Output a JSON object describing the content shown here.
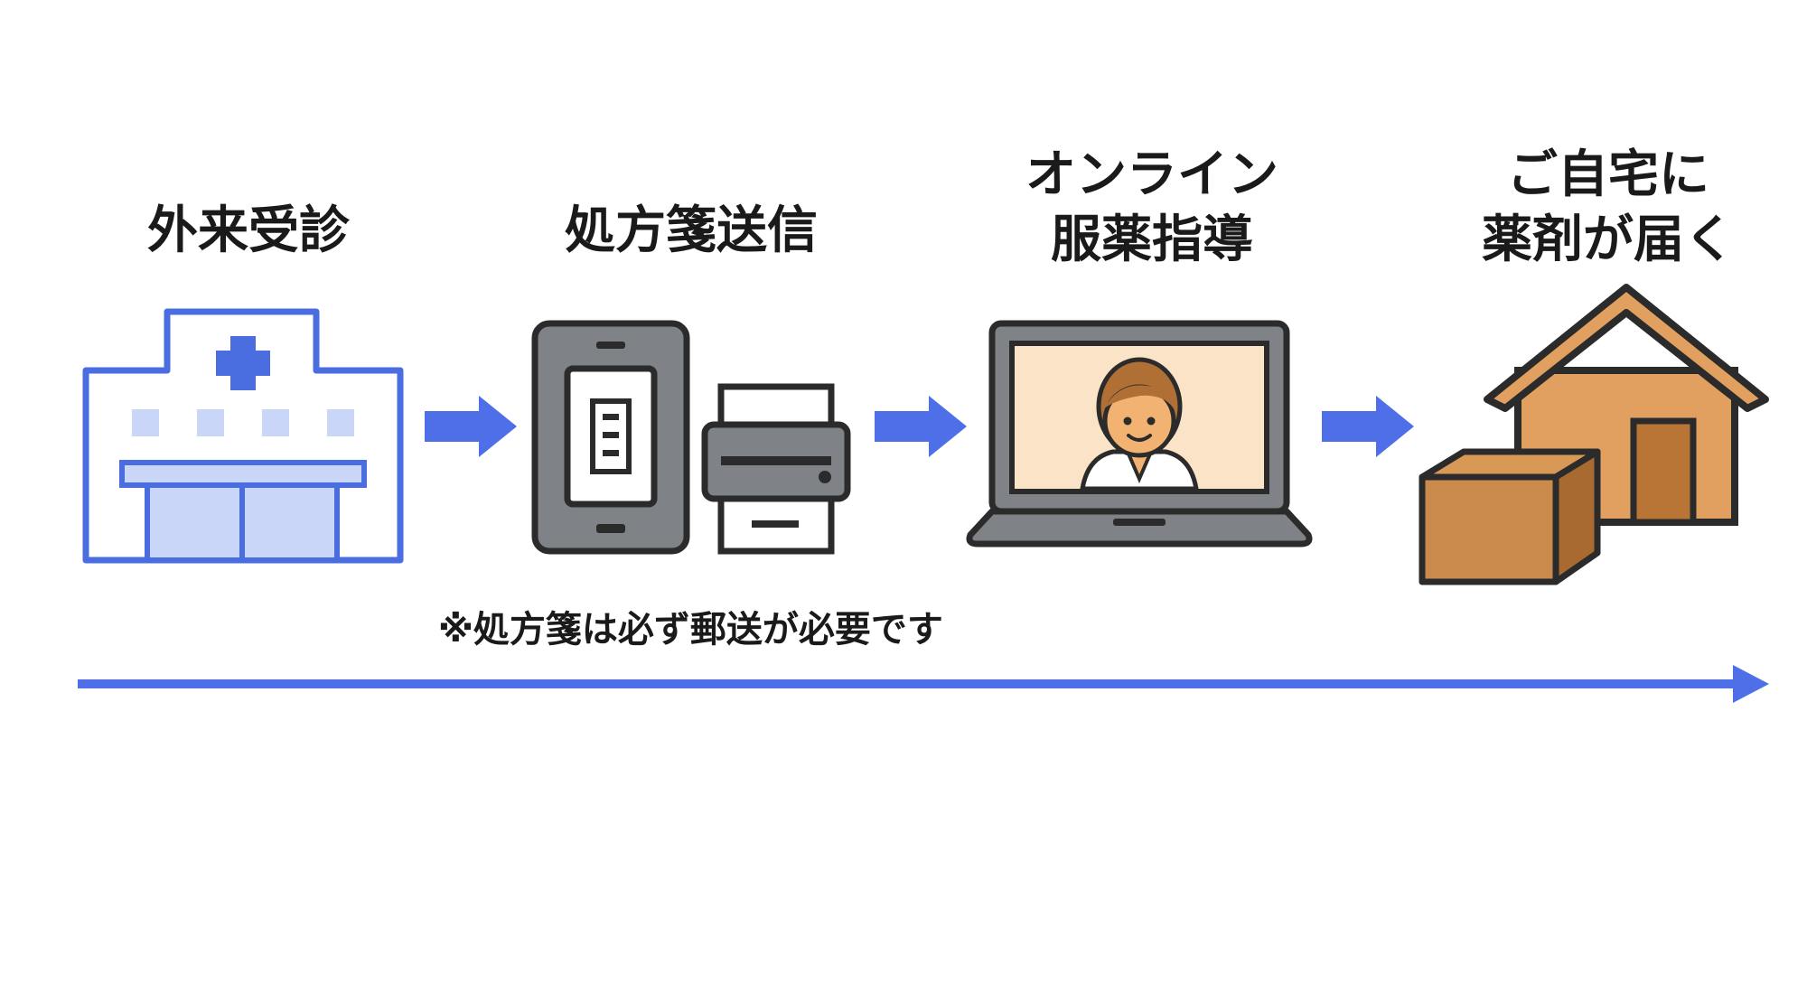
{
  "steps": [
    {
      "id": "outpatient",
      "lines": [
        "外来受診"
      ]
    },
    {
      "id": "send-prescription",
      "lines": [
        "処方箋送信"
      ]
    },
    {
      "id": "online-guidance",
      "lines": [
        "オンライン",
        "服薬指導"
      ]
    },
    {
      "id": "home-delivery",
      "lines": [
        "ご自宅に",
        "薬剤が届く"
      ]
    }
  ],
  "note": "※処方箋は必ず郵送が必要です",
  "colors": {
    "accent": "#4f6fe8",
    "hospital_stroke": "#4a6ee0",
    "hospital_fill": "#c9d6f7",
    "device_gray": "#7f8286",
    "device_dark": "#2b2b2b",
    "screen_bg": "#fbe3c8",
    "skin": "#f2b272",
    "hair": "#b06f35",
    "house_orange": "#e2a060",
    "door_brown": "#b87536",
    "box_brown": "#c98a4b"
  },
  "icons": [
    "hospital-icon",
    "smartphone-icon",
    "printer-icon",
    "laptop-icon",
    "pharmacist-icon",
    "house-icon",
    "package-box-icon",
    "arrow-right-icon",
    "timeline-arrow-icon"
  ]
}
